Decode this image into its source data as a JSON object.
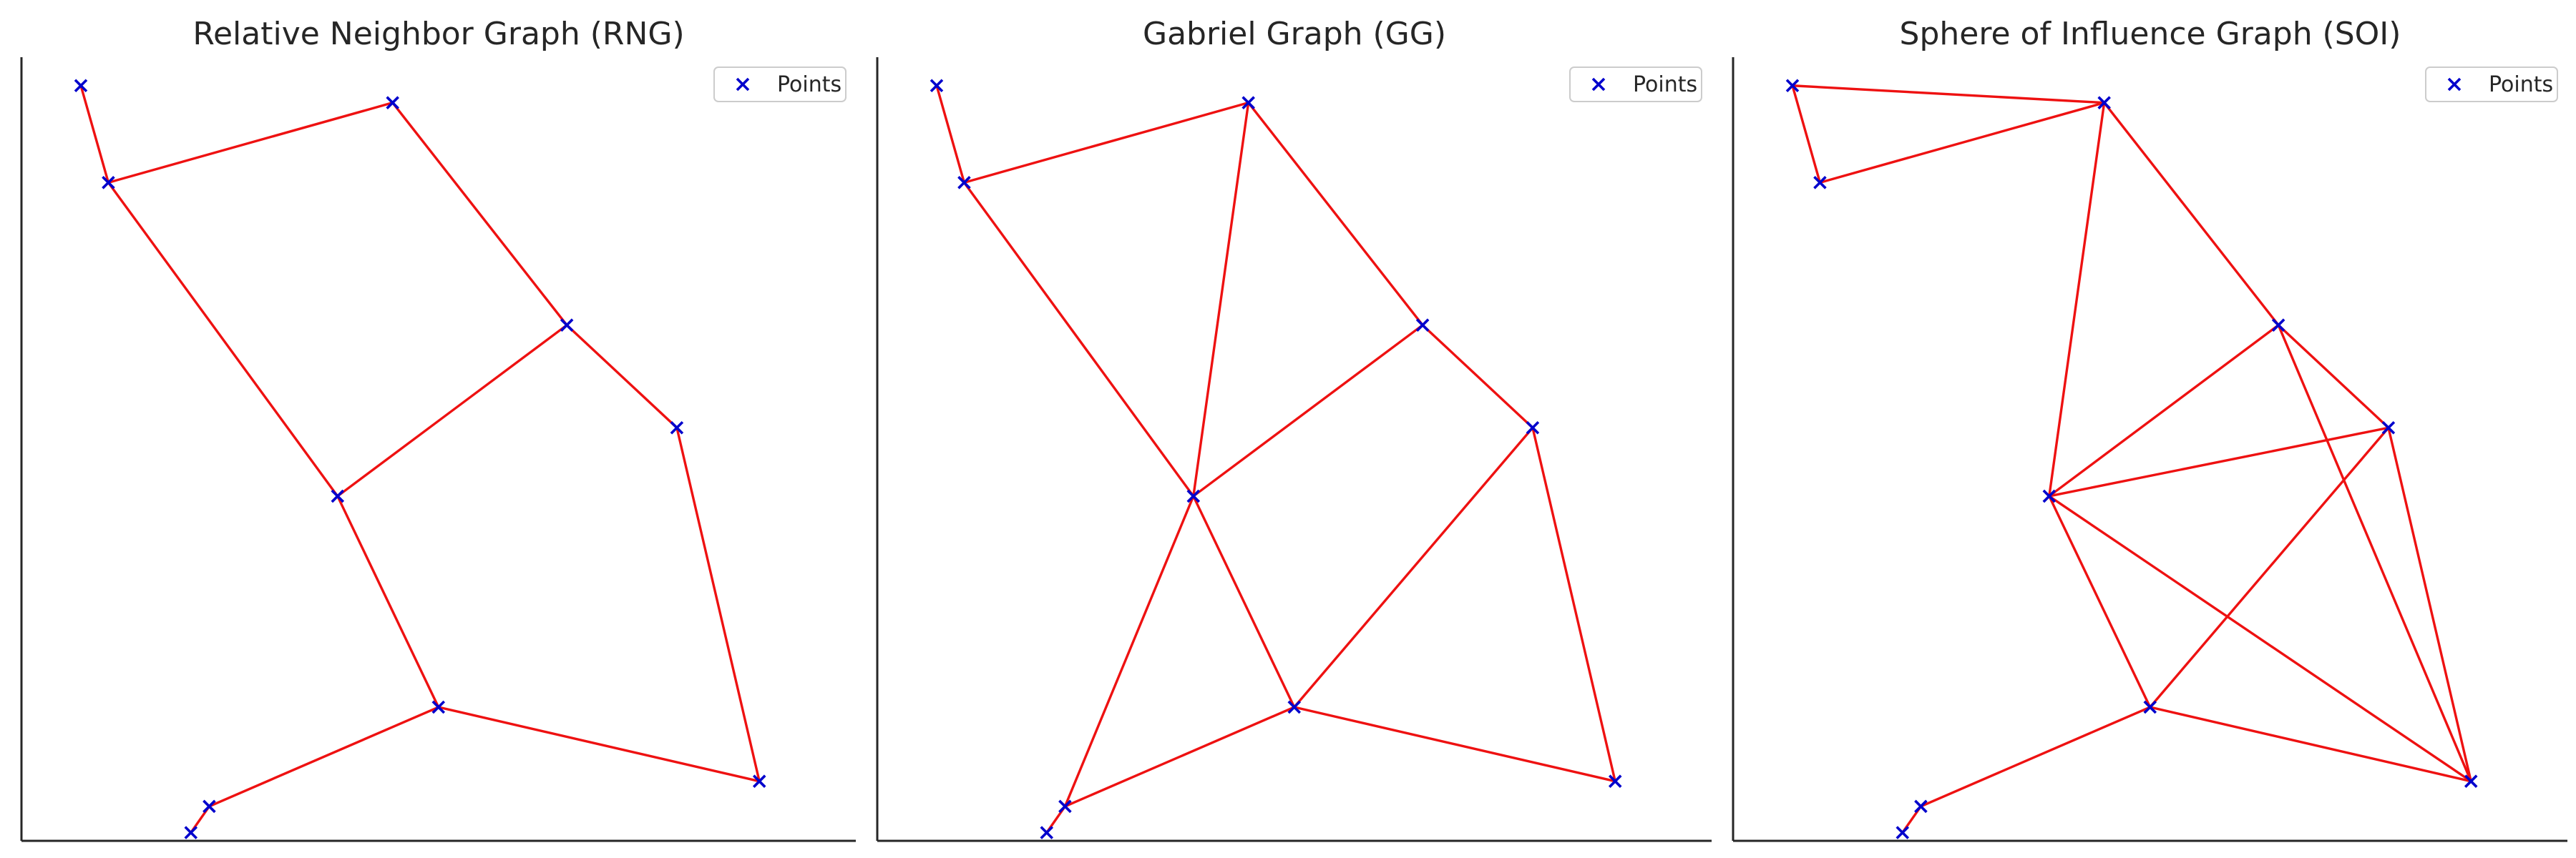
{
  "chart_data": [
    {
      "type": "scatter",
      "title": "Relative Neighbor Graph (RNG)",
      "legend": {
        "label": "Points",
        "position": "top-right"
      },
      "colors": {
        "points": "#0000cc",
        "edges": "#ee1111",
        "axis": "#262626",
        "legend_border": "#cccccc"
      },
      "points": [
        {
          "x": 0.0,
          "y": 0.95
        },
        {
          "x": 0.03,
          "y": 0.865
        },
        {
          "x": 0.34,
          "y": 0.935
        },
        {
          "x": 0.53,
          "y": 0.74
        },
        {
          "x": 0.65,
          "y": 0.65
        },
        {
          "x": 0.28,
          "y": 0.59
        },
        {
          "x": 0.39,
          "y": 0.405
        },
        {
          "x": 0.74,
          "y": 0.34
        },
        {
          "x": 0.14,
          "y": 0.318
        },
        {
          "x": 0.12,
          "y": 0.295
        }
      ],
      "edges": [
        [
          0,
          1
        ],
        [
          1,
          2
        ],
        [
          1,
          5
        ],
        [
          2,
          3
        ],
        [
          3,
          4
        ],
        [
          3,
          5
        ],
        [
          4,
          7
        ],
        [
          5,
          6
        ],
        [
          6,
          7
        ],
        [
          6,
          8
        ],
        [
          8,
          9
        ]
      ]
    },
    {
      "type": "scatter",
      "title": "Gabriel Graph (GG)",
      "legend": {
        "label": "Points",
        "position": "top-right"
      },
      "colors": {
        "points": "#0000cc",
        "edges": "#ee1111",
        "axis": "#262626",
        "legend_border": "#cccccc"
      },
      "points": [
        {
          "x": 0.0,
          "y": 0.95
        },
        {
          "x": 0.03,
          "y": 0.865
        },
        {
          "x": 0.34,
          "y": 0.935
        },
        {
          "x": 0.53,
          "y": 0.74
        },
        {
          "x": 0.65,
          "y": 0.65
        },
        {
          "x": 0.28,
          "y": 0.59
        },
        {
          "x": 0.39,
          "y": 0.405
        },
        {
          "x": 0.74,
          "y": 0.34
        },
        {
          "x": 0.14,
          "y": 0.318
        },
        {
          "x": 0.12,
          "y": 0.295
        }
      ],
      "edges": [
        [
          0,
          1
        ],
        [
          1,
          2
        ],
        [
          1,
          5
        ],
        [
          2,
          3
        ],
        [
          2,
          5
        ],
        [
          3,
          4
        ],
        [
          3,
          5
        ],
        [
          4,
          6
        ],
        [
          4,
          7
        ],
        [
          5,
          6
        ],
        [
          5,
          8
        ],
        [
          6,
          7
        ],
        [
          6,
          8
        ],
        [
          8,
          9
        ]
      ]
    },
    {
      "type": "scatter",
      "title": "Sphere of Influence Graph (SOI)",
      "legend": {
        "label": "Points",
        "position": "top-right"
      },
      "colors": {
        "points": "#0000cc",
        "edges": "#ee1111",
        "axis": "#262626",
        "legend_border": "#cccccc"
      },
      "points": [
        {
          "x": 0.0,
          "y": 0.95
        },
        {
          "x": 0.03,
          "y": 0.865
        },
        {
          "x": 0.34,
          "y": 0.935
        },
        {
          "x": 0.53,
          "y": 0.74
        },
        {
          "x": 0.65,
          "y": 0.65
        },
        {
          "x": 0.28,
          "y": 0.59
        },
        {
          "x": 0.39,
          "y": 0.405
        },
        {
          "x": 0.74,
          "y": 0.34
        },
        {
          "x": 0.14,
          "y": 0.318
        },
        {
          "x": 0.12,
          "y": 0.295
        }
      ],
      "edges": [
        [
          0,
          1
        ],
        [
          0,
          2
        ],
        [
          1,
          2
        ],
        [
          2,
          3
        ],
        [
          2,
          5
        ],
        [
          3,
          4
        ],
        [
          3,
          5
        ],
        [
          3,
          7
        ],
        [
          4,
          5
        ],
        [
          4,
          6
        ],
        [
          4,
          7
        ],
        [
          5,
          6
        ],
        [
          5,
          7
        ],
        [
          6,
          7
        ],
        [
          6,
          8
        ],
        [
          8,
          9
        ]
      ]
    }
  ]
}
